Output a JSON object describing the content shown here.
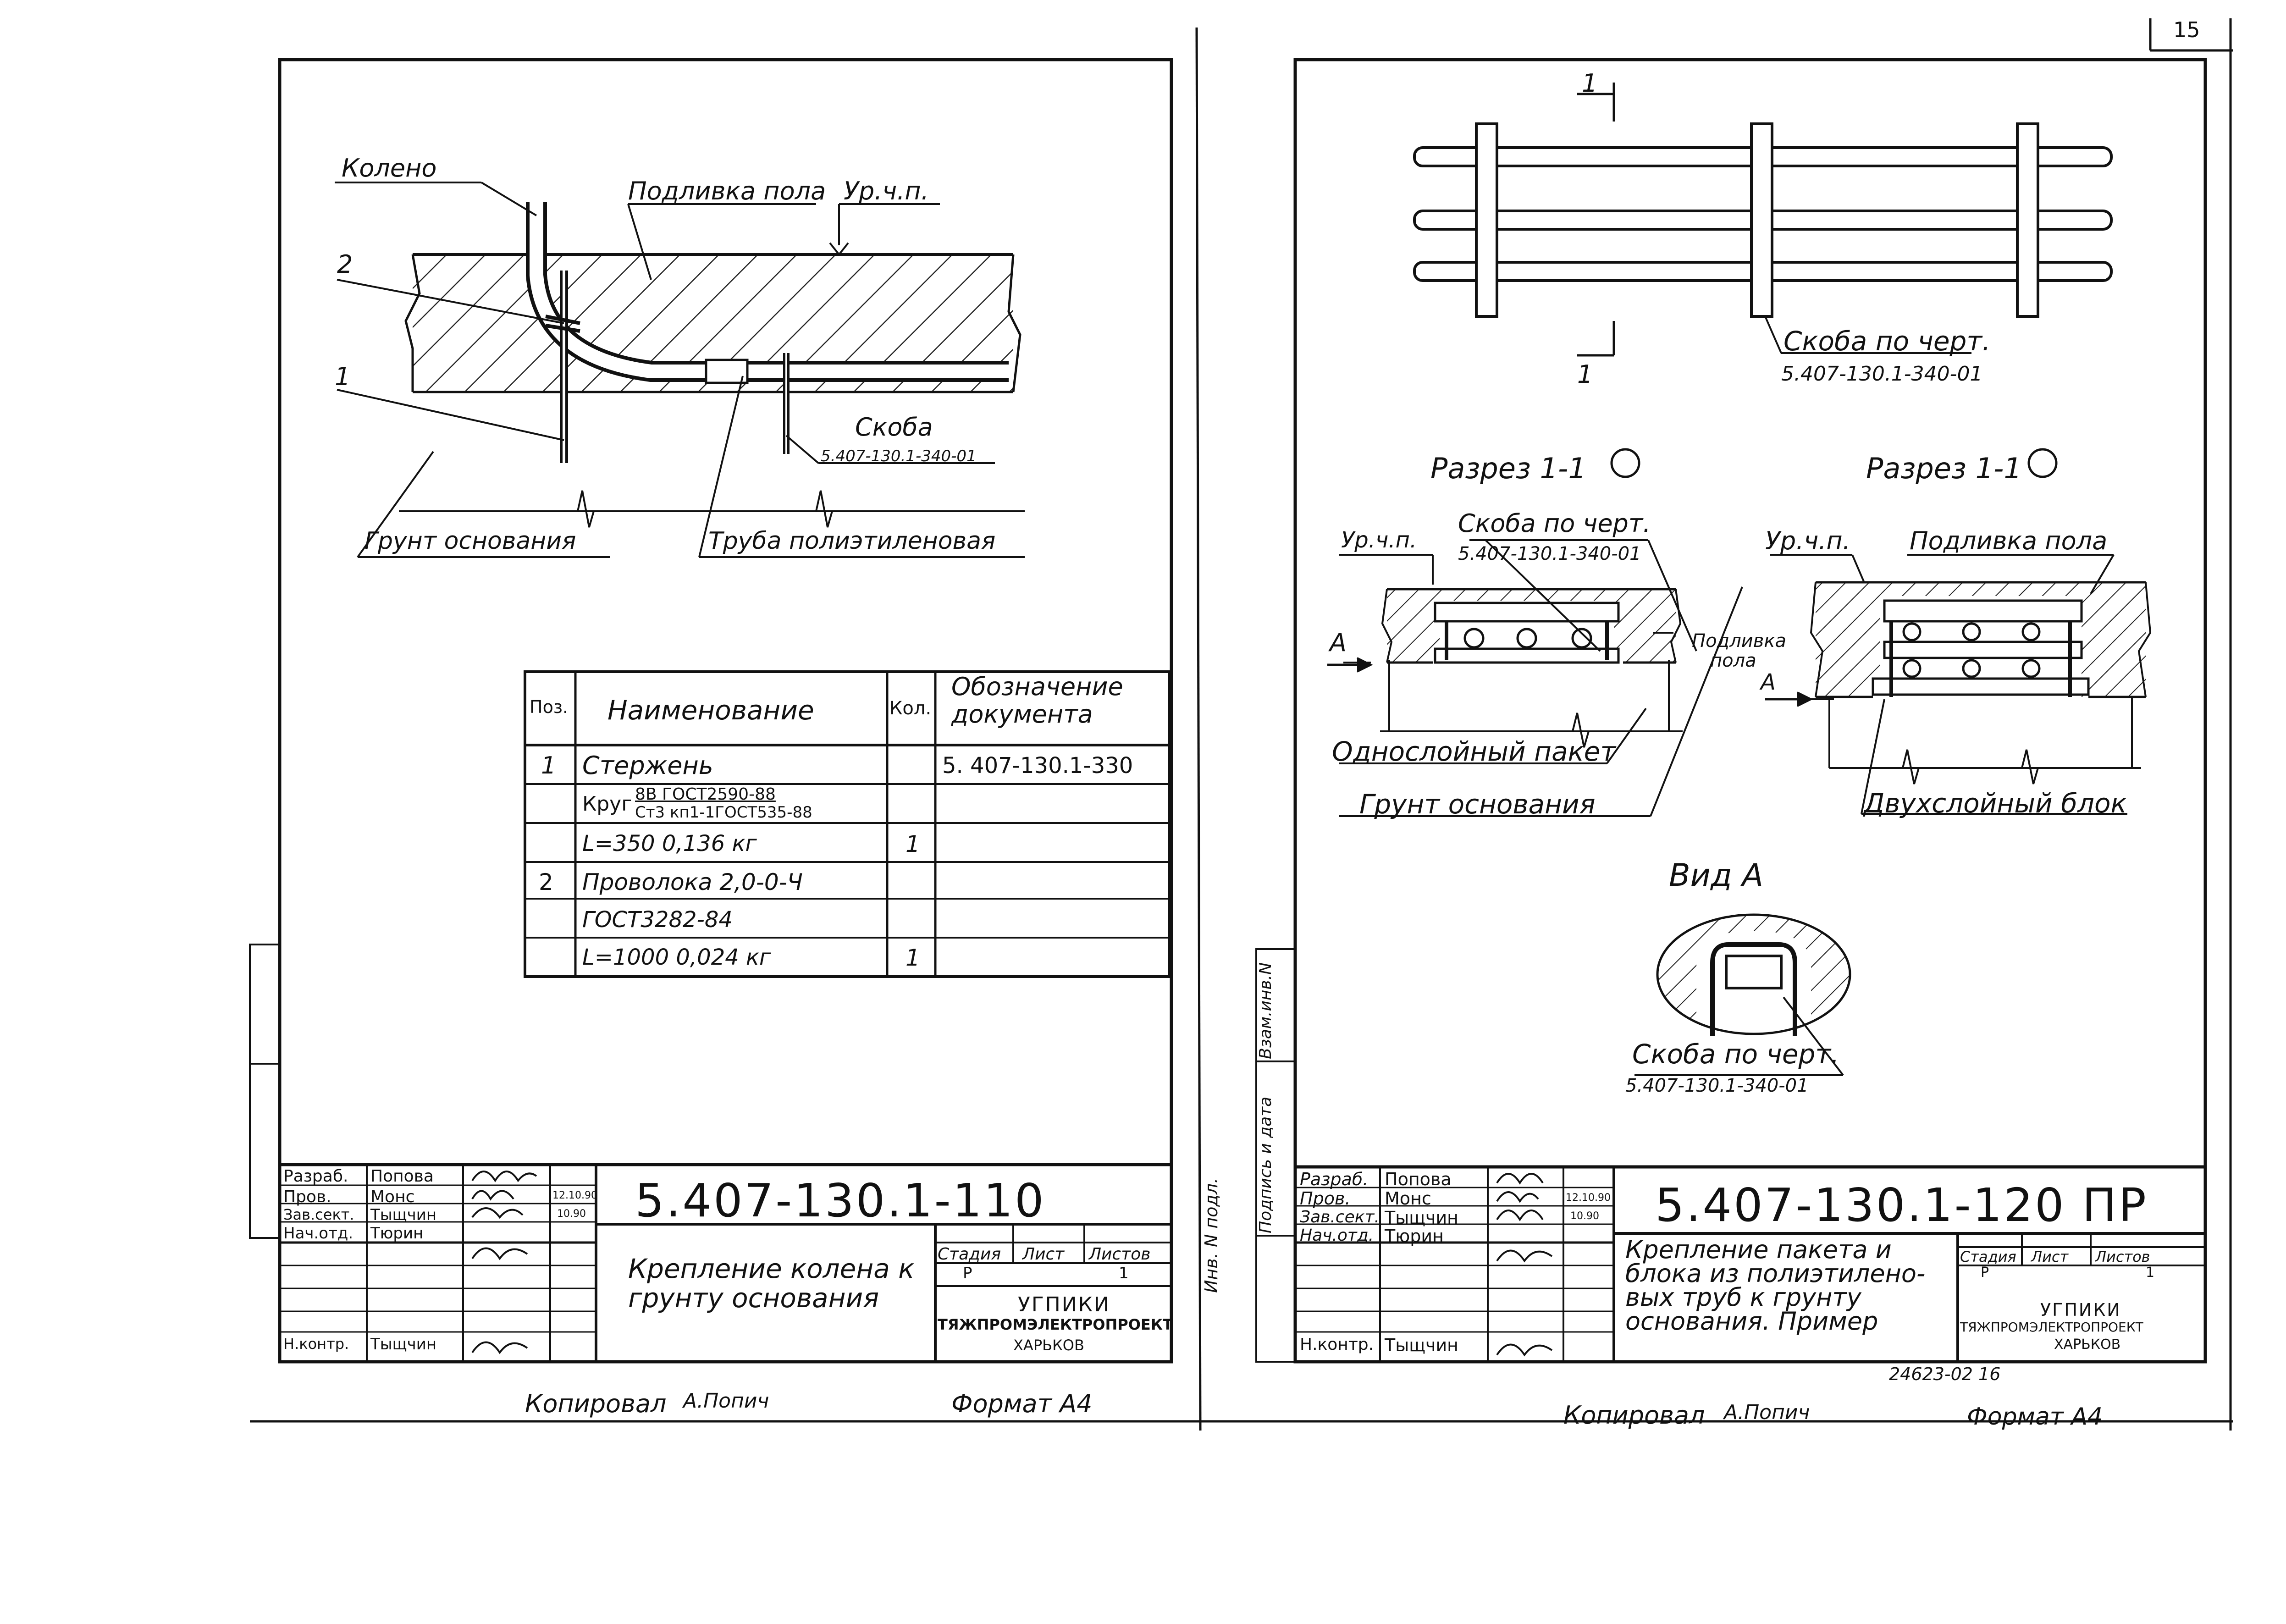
{
  "left_sheet": {
    "drawing_labels": {
      "koleno": "Колено",
      "podlivka": "Подливка пола",
      "level": "Ур.ч.п.",
      "pos2": "2",
      "pos1": "1",
      "skoba": "Скоба",
      "skoba_doc": "5.407-130.1-340-01",
      "grunt": "Грунт основания",
      "truba": "Труба полиэтиленовая"
    },
    "spec_table": {
      "headers": {
        "pos": "Поз.",
        "name": "Наименование",
        "qty": "Кол.",
        "doc": "Обозначение документа"
      },
      "rows": [
        {
          "pos": "1",
          "name": "Стержень",
          "qty": "",
          "doc": "5. 407-130.1-330"
        },
        {
          "pos": "",
          "name_prefix": "Круг",
          "name_top": "8В ГОСТ2590-88",
          "name_bottom": "Ст3 кп1-1ГОСТ535-88",
          "qty": "",
          "doc": ""
        },
        {
          "pos": "",
          "name": "L=350   0,136 кг",
          "qty": "1",
          "doc": ""
        },
        {
          "pos": "2",
          "name": "Проволока 2,0-0-Ч",
          "qty": "",
          "doc": ""
        },
        {
          "pos": "",
          "name": "ГОСТ3282-84",
          "qty": "",
          "doc": ""
        },
        {
          "pos": "",
          "name": "L=1000   0,024 кг",
          "qty": "1",
          "doc": ""
        }
      ]
    },
    "title_block": {
      "roles": [
        "Разраб.",
        "Пров.",
        "Зав.сект.",
        "Нач.отд.",
        "",
        "",
        "Н.контр."
      ],
      "names": [
        "Попова",
        "Монс",
        "Тыщчин",
        "Тюрин",
        "",
        "",
        "Тыщчин"
      ],
      "signatures": [
        "Попова",
        "Монс",
        "Тыщчин",
        "Тюрин",
        "",
        "",
        "Тыщчин"
      ],
      "dates": [
        "12.10.90",
        "10.90",
        "",
        "",
        "",
        "",
        ""
      ],
      "code": "5.407-130.1-110",
      "title": "Крепление колена к грунту основания",
      "stage_h": "Стадия",
      "sheet_h": "Лист",
      "sheets_h": "Листов",
      "stage": "Р",
      "sheet": "",
      "sheets": "1",
      "org1": "УГПИКИ",
      "org2": "ТЯЖПРОМЭЛЕКТРОПРОЕКТ",
      "org3": "ХАРЬКОВ"
    },
    "copied_by": "Копировал",
    "copier": "А.Попич",
    "format": "Формат А4"
  },
  "right_sheet": {
    "corner_number": "15",
    "plan_labels": {
      "section_mark_top": "1",
      "section_mark_bottom": "1",
      "skoba": "Скоба по черт.",
      "skoba_doc": "5.407-130.1-340-01"
    },
    "sections": {
      "section1_title": "Разрез 1-1",
      "section2_title": "Разрез 1-1",
      "level": "Ур.ч.п.",
      "skoba": "Скоба по черт.",
      "skoba_doc": "5.407-130.1-340-01",
      "podlivka_small_1": "Подливка",
      "podlivka_small_2": "пола",
      "a_mark": "А",
      "a_mark2": "А",
      "level2": "Ур.ч.п.",
      "podlivka2": "Подливка пола",
      "single_layer": "Однослойный пакет",
      "grunt": "Грунт основания",
      "double_layer": "Двухслойный блок"
    },
    "view_a": {
      "title": "Вид А",
      "skoba": "Скоба по черт.",
      "skoba_doc": "5.407-130.1-340-01"
    },
    "side_stamp": [
      "Инв. N подл.",
      "Подпись и дата",
      "Взам.инв.N"
    ],
    "title_block": {
      "roles": [
        "Разраб.",
        "Пров.",
        "Зав.сект.",
        "Нач.отд.",
        "",
        "",
        "Н.контр."
      ],
      "names": [
        "Попова",
        "Монс",
        "Тыщчин",
        "Тюрин",
        "",
        "",
        "Тыщчин"
      ],
      "signatures": [
        "Попова",
        "Монс",
        "Тыщчин",
        "Тюрин",
        "",
        "",
        "Тыщчин"
      ],
      "dates": [
        "12.10.90",
        "10.90",
        "",
        "",
        "",
        "",
        ""
      ],
      "code": "5.407-130.1-120 ПР",
      "title_lines": [
        "Крепление пакета и",
        "блока из полиэтилено-",
        "вых труб к грунту",
        "основания. Пример"
      ],
      "stage_h": "Стадия",
      "sheet_h": "Лист",
      "sheets_h": "Листов",
      "stage": "Р",
      "sheet": "",
      "sheets": "1",
      "org1": "УГПИКИ",
      "org2": "ТЯЖПРОМЭЛЕКТРОПРОЕКТ",
      "org3": "ХАРЬКОВ"
    },
    "archive_number": "24623-02   16",
    "copied_by": "Копировал",
    "copier": "А.Попич",
    "format": "Формат А4"
  }
}
